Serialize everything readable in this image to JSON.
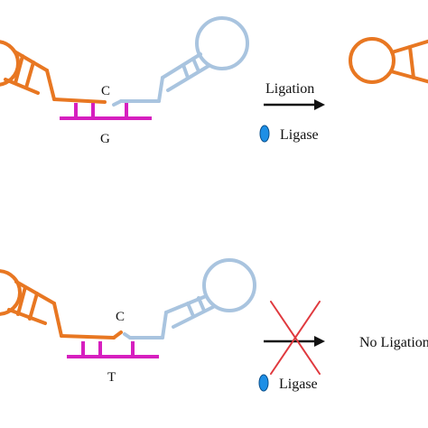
{
  "colors": {
    "probe_left": "#e87722",
    "probe_right": "#a9c4df",
    "template": "#d61fbf",
    "ligase": "#1d8fe6",
    "cross": "#e0393e",
    "arrow": "#111111"
  },
  "panels": [
    {
      "id": "match",
      "probe_base": "C",
      "template_base": "G",
      "arrow_label": "Ligation",
      "enzyme_label": "Ligase",
      "ligation_blocked": false
    },
    {
      "id": "mismatch",
      "probe_base": "C",
      "template_base": "T",
      "arrow_label": "",
      "enzyme_label": "Ligase",
      "ligation_blocked": true,
      "result_label": "No Ligation"
    }
  ]
}
